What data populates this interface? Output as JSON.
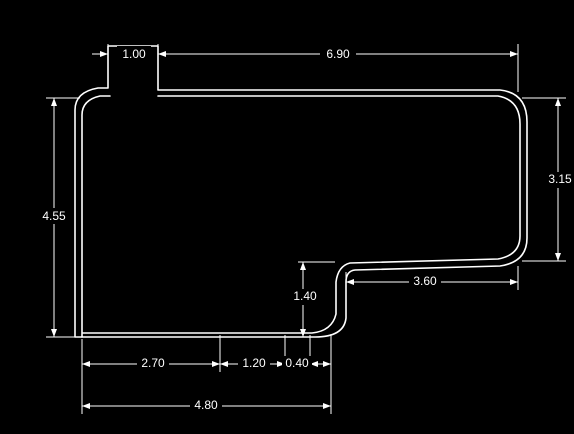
{
  "colors": {
    "background": "#000000",
    "lines": "#ffffff"
  },
  "dimensions": {
    "top_notch": "1.00",
    "top_length": "6.90",
    "left_height": "4.55",
    "right_height": "3.15",
    "step_height": "1.40",
    "step_length": "3.60",
    "bottom_segment_1": "2.70",
    "bottom_segment_2": "1.20",
    "bottom_segment_3": "0.40",
    "bottom_overall": "4.80"
  }
}
